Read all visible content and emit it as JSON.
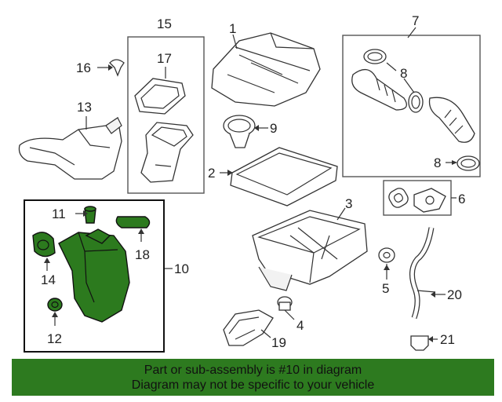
{
  "callouts": {
    "c1": "1",
    "c2": "2",
    "c3": "3",
    "c4": "4",
    "c5": "5",
    "c6": "6",
    "c7": "7",
    "c8a": "8",
    "c8b": "8",
    "c9": "9",
    "c10": "10",
    "c11": "11",
    "c12": "12",
    "c13": "13",
    "c14": "14",
    "c15": "15",
    "c16": "16",
    "c17": "17",
    "c18": "18",
    "c19": "19",
    "c20": "20",
    "c21": "21"
  },
  "banner": {
    "line1": "Part or sub-assembly is #10 in diagram",
    "line2": "Diagram may not be specific to your vehicle"
  },
  "colors": {
    "highlight": "#2c7a1e",
    "banner": "#2d7a1f"
  }
}
